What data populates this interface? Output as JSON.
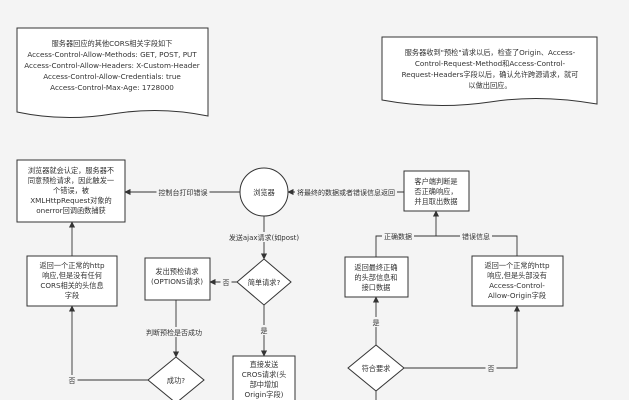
{
  "notes": {
    "left": {
      "lines": [
        "服务器回应的其他CORS相关字段如下",
        "Access-Control-Allow-Methods: GET, POST, PUT",
        "Access-Control-Allow-Headers: X-Custom-Header",
        "Access-Control-Allow-Credentials: true",
        "Access-Control-Max-Age: 1728000"
      ]
    },
    "right": {
      "lines": [
        "服务器收到\"预检\"请求以后，检查了Origin、Access-",
        "Control-Request-Method和Access-Control-",
        "Request-Headers字段以后，确认允许跨源请求，就可",
        "以做出回应。"
      ]
    }
  },
  "nodes": {
    "browser_refuse": {
      "lines": [
        "浏览器就会认定，服务器不",
        "同意预检请求，因此触发一",
        "个错误，被",
        "XMLHttpRequest对象的",
        "onerror回调函数捕获"
      ]
    },
    "browser": {
      "lines": [
        "浏览器"
      ]
    },
    "client_judge": {
      "lines": [
        "客户端判断是",
        "否正确响应，",
        "并且取出数据"
      ]
    },
    "return_plain": {
      "lines": [
        "返回一个正常的http",
        "响应,但是没有任何",
        "CORS相关的头信息",
        "字段"
      ]
    },
    "preflight": {
      "lines": [
        "发出预检请求",
        "(OPTIONS请求)"
      ]
    },
    "simple_request": {
      "lines": [
        "简单请求?"
      ]
    },
    "return_correct": {
      "lines": [
        "返回最终正确",
        "的头部信息和",
        "接口数据"
      ]
    },
    "return_no_acao": {
      "lines": [
        "返回一个正常的http",
        "响应,但是头部没有",
        "Access-Control-",
        "Allow-Origin字段"
      ]
    },
    "success": {
      "lines": [
        "成功?"
      ]
    },
    "direct_send": {
      "lines": [
        "直接发送",
        "CROS请求(头",
        "部中增加",
        "Origin字段)"
      ]
    },
    "match": {
      "lines": [
        "符合要求"
      ]
    }
  },
  "edges": {
    "console_error": "控制台打印错误",
    "return_data": "将最终的数据或者错误信息返回",
    "send_ajax": "发送ajax请求(如post)",
    "correct_data": "正确数据",
    "error_info": "错误信息",
    "no": "否",
    "judge_preflight": "判断预检是否成功",
    "yes": "是"
  }
}
